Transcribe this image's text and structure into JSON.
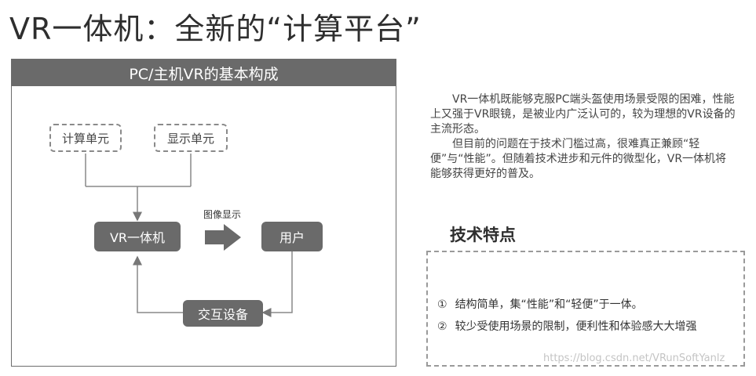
{
  "title": "VR一体机：全新的“计算平台”",
  "diagram": {
    "header": "PC/主机VR的基本构成",
    "compute_unit": "计算单元",
    "display_unit": "显示单元",
    "vr_device": "VR一体机",
    "user": "用户",
    "interaction_device": "交互设备",
    "arrow_label": "图像显示"
  },
  "description": [
    "VR一体机既能够克服PC端头盔使用场景受限的困难，性能上又强于VR眼镜，是被业内广泛认可的，较为理想的VR设备的主流形态。",
    "但目前的问题在于技术门槛过高，很难真正兼顾“轻便”与“性能”。但随着技术进步和元件的微型化，VR一体机将能够获得更好的普及。"
  ],
  "features": {
    "title": "技术特点",
    "items": [
      {
        "num": "①",
        "text": "结构简单，集“性能”和“轻便”于一体。"
      },
      {
        "num": "②",
        "text": "较少受使用场景的限制，便利性和体验感大大增强"
      }
    ]
  },
  "watermark": "https://blog.csdn.net/VRunSoftYanlz"
}
